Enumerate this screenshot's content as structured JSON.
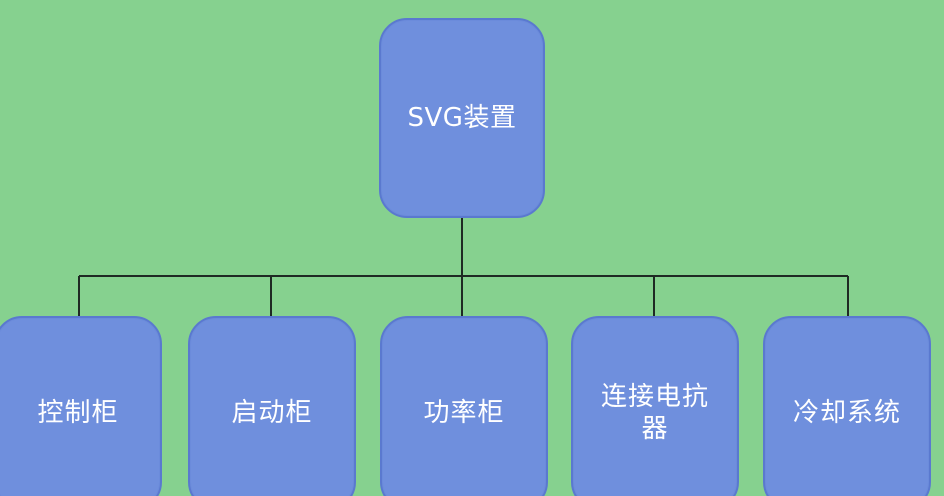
{
  "diagram": {
    "background_color": "#86d18f",
    "node_color": "#6f8fdd",
    "line_color": "#1f2a24",
    "root": {
      "label": "SVG装置"
    },
    "children": [
      {
        "label": "控制柜"
      },
      {
        "label": "启动柜"
      },
      {
        "label": "功率柜"
      },
      {
        "label": "连接电抗器"
      },
      {
        "label": "冷却系统"
      }
    ]
  }
}
